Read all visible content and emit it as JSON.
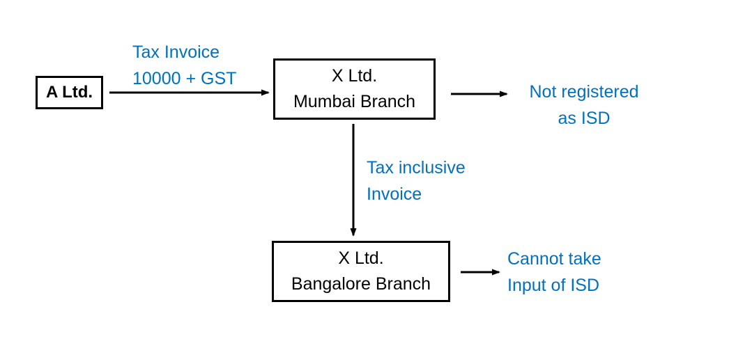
{
  "diagram": {
    "accent_color": "#0070C0",
    "box_border_color": "#000000",
    "background_color": "#ffffff",
    "nodes": {
      "a_ltd": {
        "label": "A Ltd."
      },
      "mumbai": {
        "line1": "X Ltd.",
        "line2": "Mumbai Branch"
      },
      "bangalore": {
        "line1": "X Ltd.",
        "line2": "Bangalore Branch"
      }
    },
    "labels": {
      "tax_invoice": {
        "line1": "Tax Invoice",
        "line2": "10000 + GST"
      },
      "not_registered": {
        "line1": "Not registered",
        "line2": "as ISD"
      },
      "tax_inclusive": {
        "line1": "Tax inclusive",
        "line2": "Invoice"
      },
      "cannot_take": {
        "line1": "Cannot take",
        "line2": "Input of ISD"
      }
    },
    "arrows": {
      "a_to_mumbai": "arrow from A Ltd. to X Ltd. Mumbai Branch",
      "mumbai_to_note": "arrow from Mumbai Branch to Not registered as ISD",
      "mumbai_to_bangalore": "arrow from Mumbai Branch down to Bangalore Branch",
      "bangalore_to_note": "arrow from Bangalore Branch to Cannot take Input of ISD"
    }
  }
}
